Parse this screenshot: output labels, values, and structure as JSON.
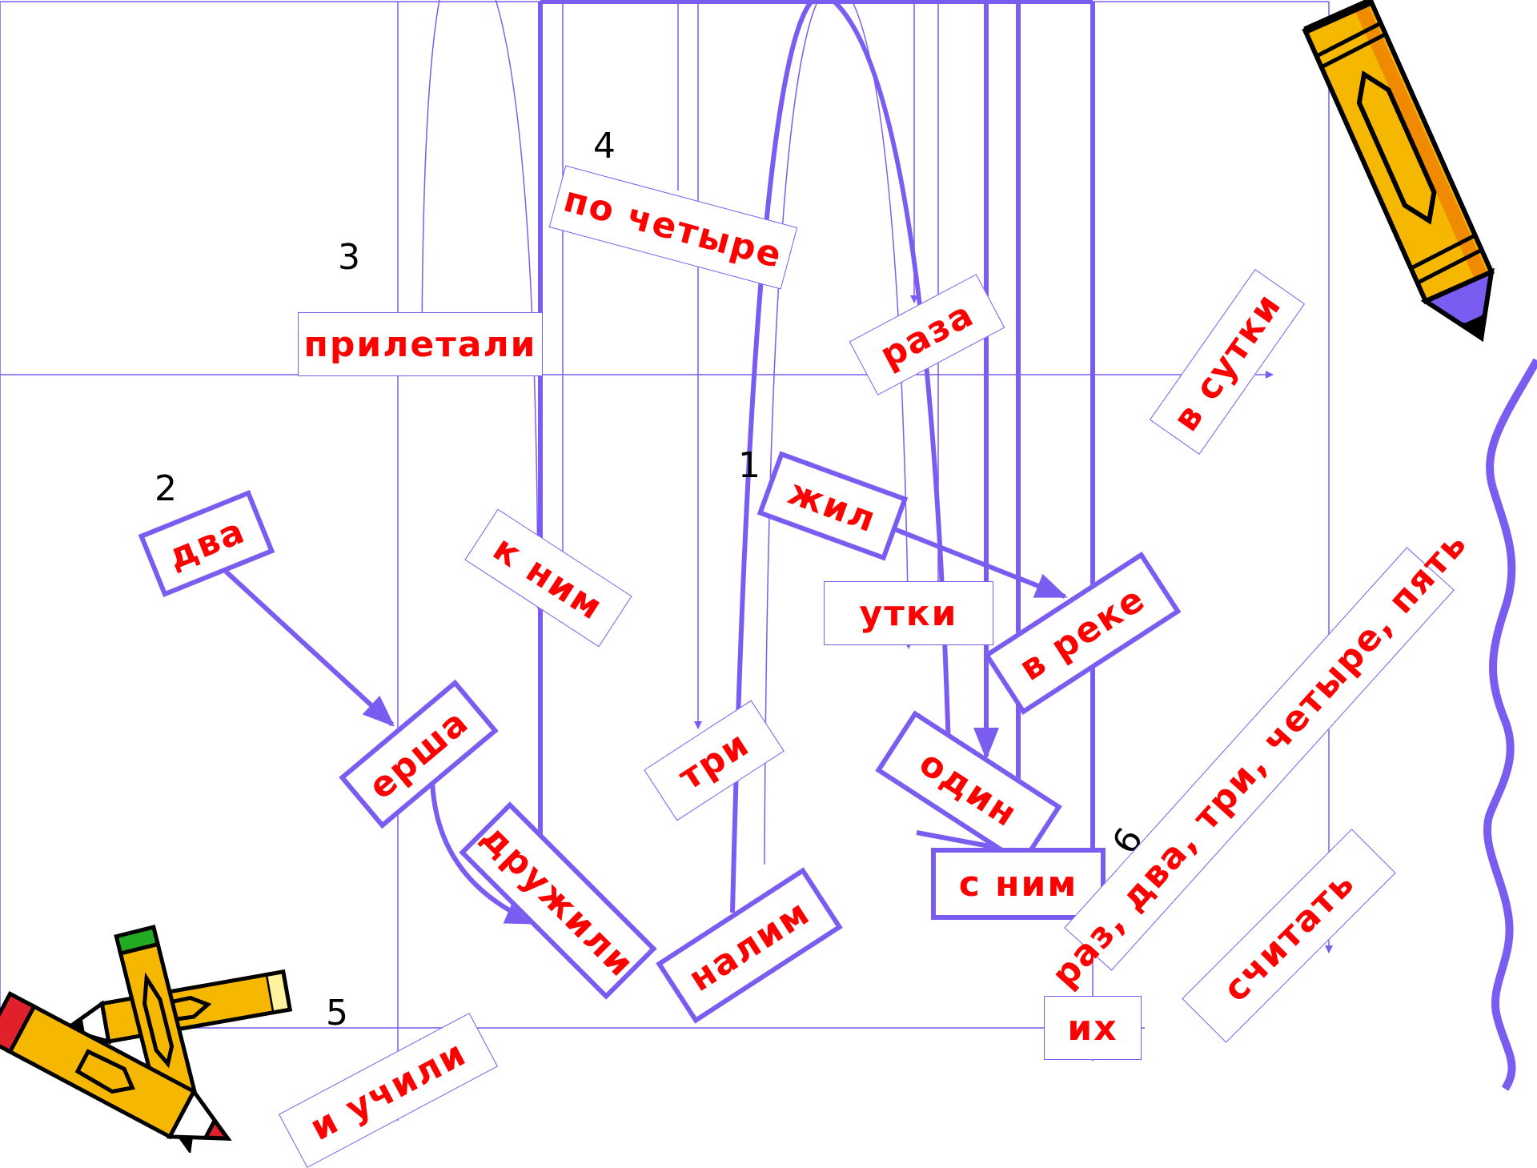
{
  "colors": {
    "line": "#7b5cf0",
    "word": "#ff0000",
    "pencil": "#f5b700",
    "outline": "#000000"
  },
  "numbers": {
    "n1": "1",
    "n2": "2",
    "n3": "3",
    "n4": "4",
    "n5": "5",
    "n6": "6"
  },
  "words": {
    "prileteli": "прилетали",
    "po_chetyre": "по четыре",
    "k_nim": "к ним",
    "dva": "два",
    "ersha": "ерша",
    "druzhili": "дружили",
    "tri": "три",
    "nalim": "налим",
    "zhil": "жил",
    "utki": "утки",
    "v_reke": "в реке",
    "raza": "раза",
    "v_sutki": "в сутки",
    "odin": "один",
    "s_nim": "с ним",
    "ikh": "их",
    "schet": "раз, два, три, четыре, пять",
    "schitat": "считать",
    "i_uchili": "и учили"
  },
  "icons": [
    "pencil-icon-large",
    "pencil-icon-small-1",
    "pencil-icon-small-2"
  ]
}
